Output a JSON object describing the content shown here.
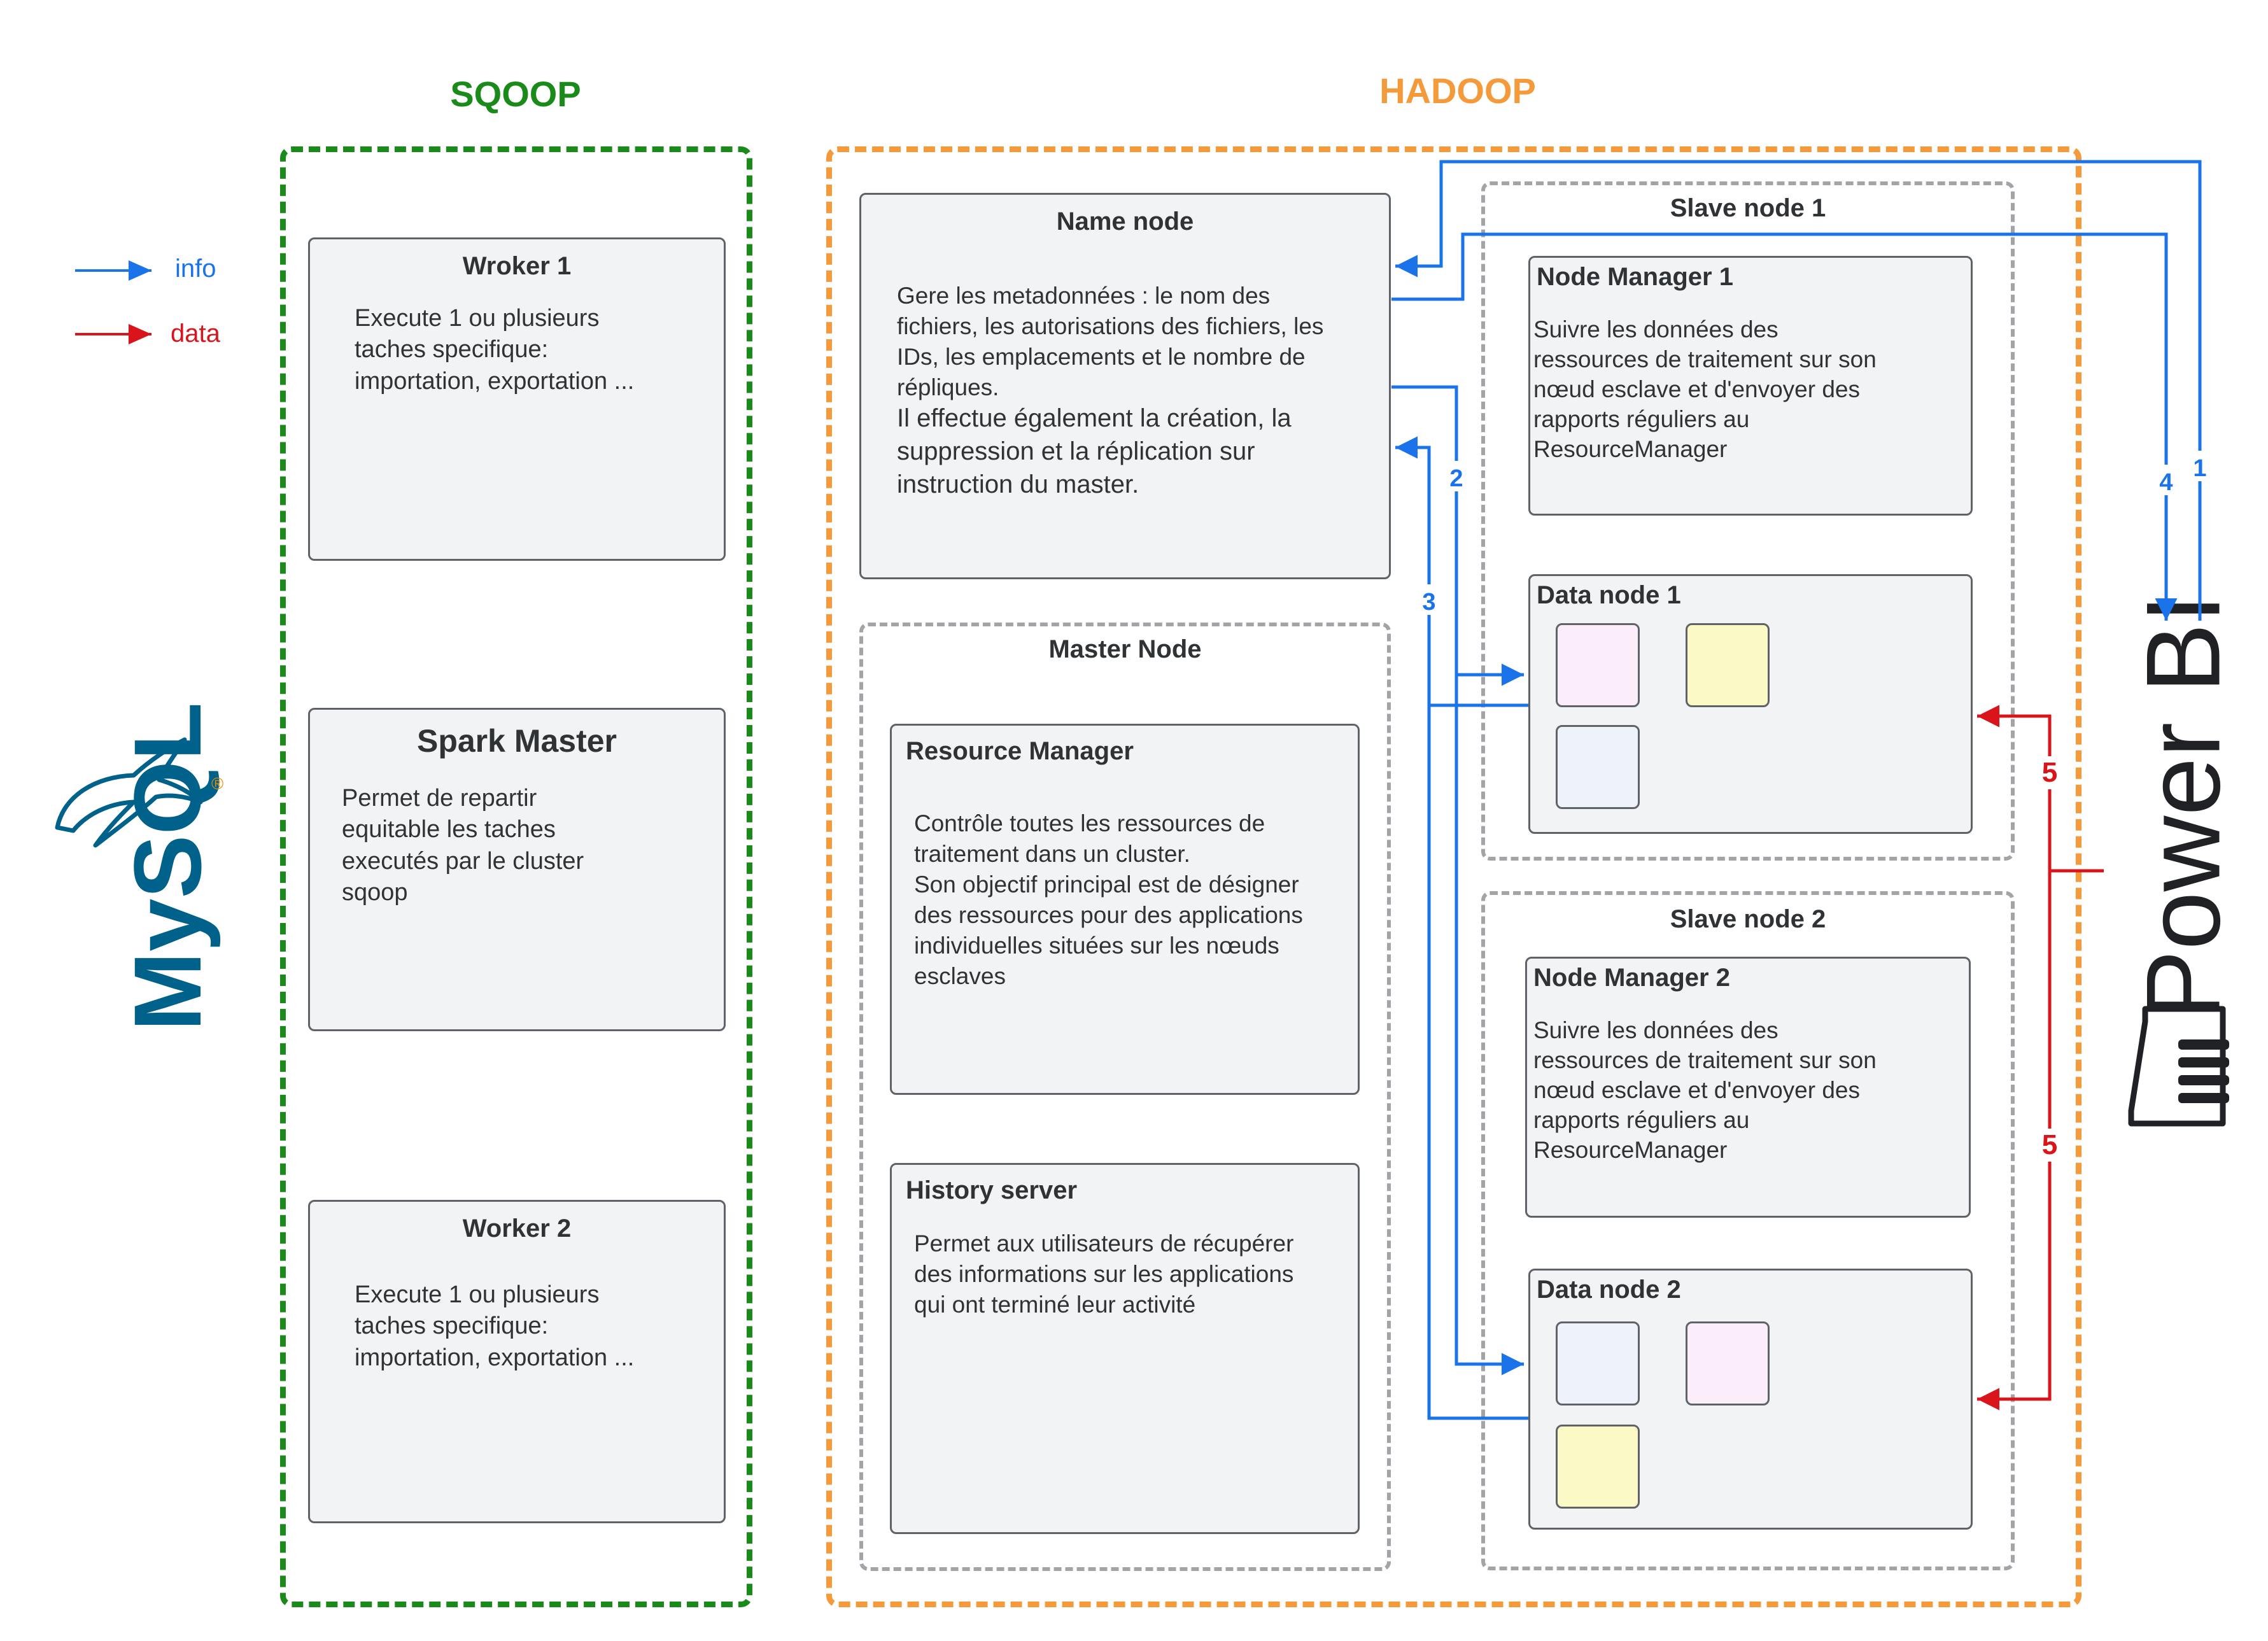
{
  "groups": {
    "sqoop": "SQOOP",
    "hadoop": "HADOOP"
  },
  "legend": {
    "info": "info",
    "data": "data"
  },
  "logos": {
    "mysql": "MySQL",
    "powerbi": "Power BI"
  },
  "sqoop_nodes": [
    {
      "title": "Wroker 1",
      "text": "Execute 1 ou plusieurs\ntaches specifique:\nimportation, exportation ..."
    },
    {
      "title": "Spark Master",
      "text": "Permet de repartir\nequitable les taches\nexecutés par le cluster\nsqoop"
    },
    {
      "title": "Worker 2",
      "text": "Execute 1 ou plusieurs\ntaches specifique:\nimportation, exportation ..."
    }
  ],
  "name_node": {
    "title": "Name node",
    "text": "Gere les metadonnées : le nom des\nfichiers, les autorisations des fichiers, les\nIDs, les emplacements et le nombre de\nrépliques.",
    "text2": "Il effectue également la création, la\nsuppression et la réplication sur\ninstruction du master."
  },
  "master_node": {
    "title": "Master Node",
    "resource_manager": {
      "title": "Resource Manager",
      "text": "Contrôle toutes les ressources de\ntraitement dans un cluster.\nSon objectif principal est de désigner\ndes ressources pour des applications\nindividuelles situées sur les nœuds\nesclaves"
    },
    "history_server": {
      "title": "History server",
      "text": "Permet aux utilisateurs de récupérer\ndes informations sur les applications\nqui ont terminé leur activité"
    }
  },
  "slave_nodes": [
    {
      "title": "Slave node 1",
      "node_manager": {
        "title": "Node Manager 1",
        "text": "Suivre les données des\nressources de traitement sur son\nnœud esclave et d'envoyer des\nrapports réguliers au\nResourceManager"
      },
      "data_node": {
        "title": "Data node 1"
      }
    },
    {
      "title": "Slave node 2",
      "node_manager": {
        "title": "Node Manager 2",
        "text": "Suivre les données des\nressources de traitement sur son\nnœud esclave et d'envoyer des\nrapports réguliers au\nResourceManager"
      },
      "data_node": {
        "title": "Data node 2"
      }
    }
  ],
  "arrow_labels": {
    "a1": "1",
    "a2": "2",
    "a3": "3",
    "a4": "4",
    "a5_top": "5",
    "a5_bottom": "5"
  },
  "colors": {
    "info": "#1a73e8",
    "data": "#d9141a",
    "sqoop": "#1a8a1a",
    "hadoop": "#f59a3a",
    "block_pink": "#fbeefa",
    "block_yellow": "#fbf9c6",
    "block_blue": "#eef3fb",
    "mysql_blue": "#00618a",
    "mysql_orange": "#e48e00"
  }
}
